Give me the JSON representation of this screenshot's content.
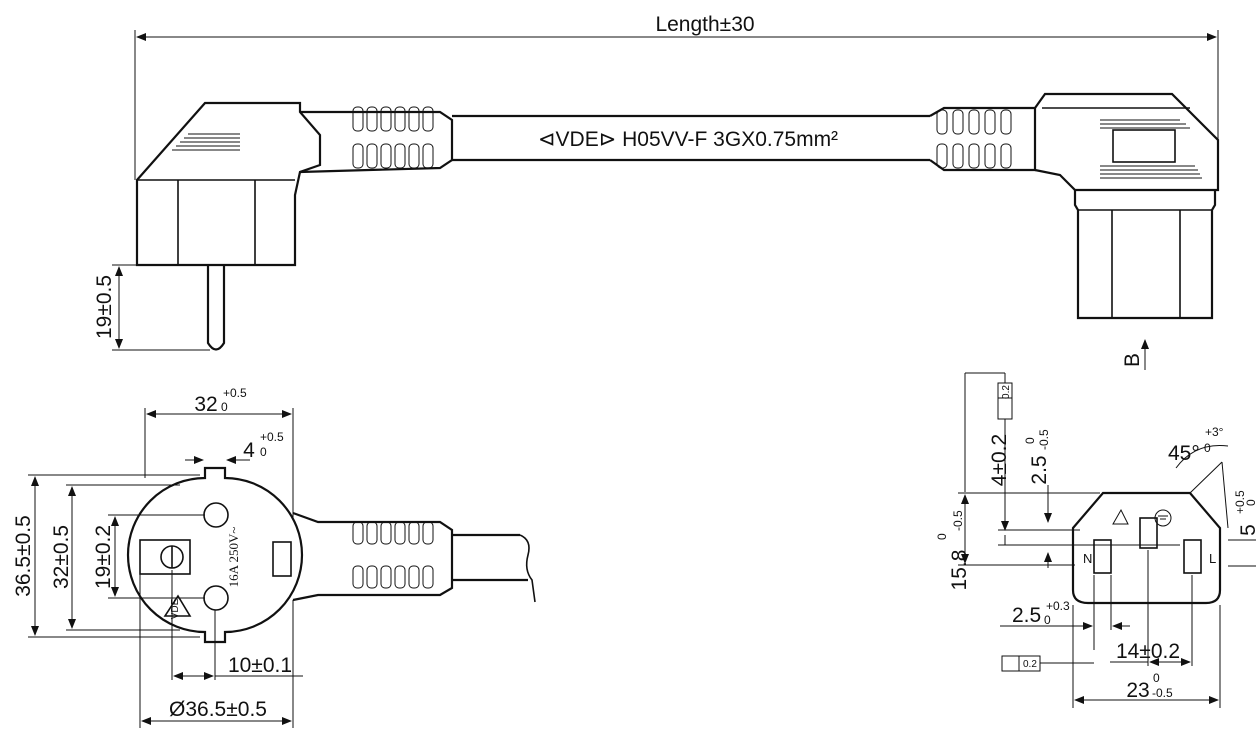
{
  "top": {
    "length": "Length±30",
    "cable_marking": "⊲VDE⊳ H05VV-F 3GX0.75mm²",
    "plug_pin_dim": "19±0.5",
    "view_marker": "B"
  },
  "plug_face": {
    "width_main": "32",
    "width_tol_upper": "+0.5",
    "width_tol_lower": "0",
    "pin_offset_main": "4",
    "pin_offset_tol_upper": "+0.5",
    "pin_offset_tol_lower": "0",
    "height_outer": "36.5±0.5",
    "height_mid": "32±0.5",
    "height_inner": "19±0.2",
    "pin_spacing": "10±0.1",
    "diameter": "Ø36.5±0.5",
    "rating": "16A 250V~",
    "logo": "VDE"
  },
  "connector_face": {
    "height_a": "4±0.2",
    "height_b_main": "2.5",
    "height_b_upper": "0",
    "height_b_lower": "-0.5",
    "height_c_main": "15.8",
    "height_c_upper": "0",
    "height_c_lower": "-0.5",
    "angle_main": "45°",
    "angle_upper": "+3°",
    "angle_lower": "0",
    "edge_main": "5",
    "edge_upper": "+0.5",
    "edge_lower": "0",
    "pin_w_main": "2.5",
    "pin_w_upper": "+0.3",
    "pin_w_lower": "0",
    "pin_spacing": "14±0.2",
    "width_main": "23",
    "width_upper": "0",
    "width_lower": "-0.5",
    "tolerance_box_top": "0.2",
    "tolerance_box_bottom": "0.2",
    "label_n": "N",
    "label_l": "L"
  }
}
